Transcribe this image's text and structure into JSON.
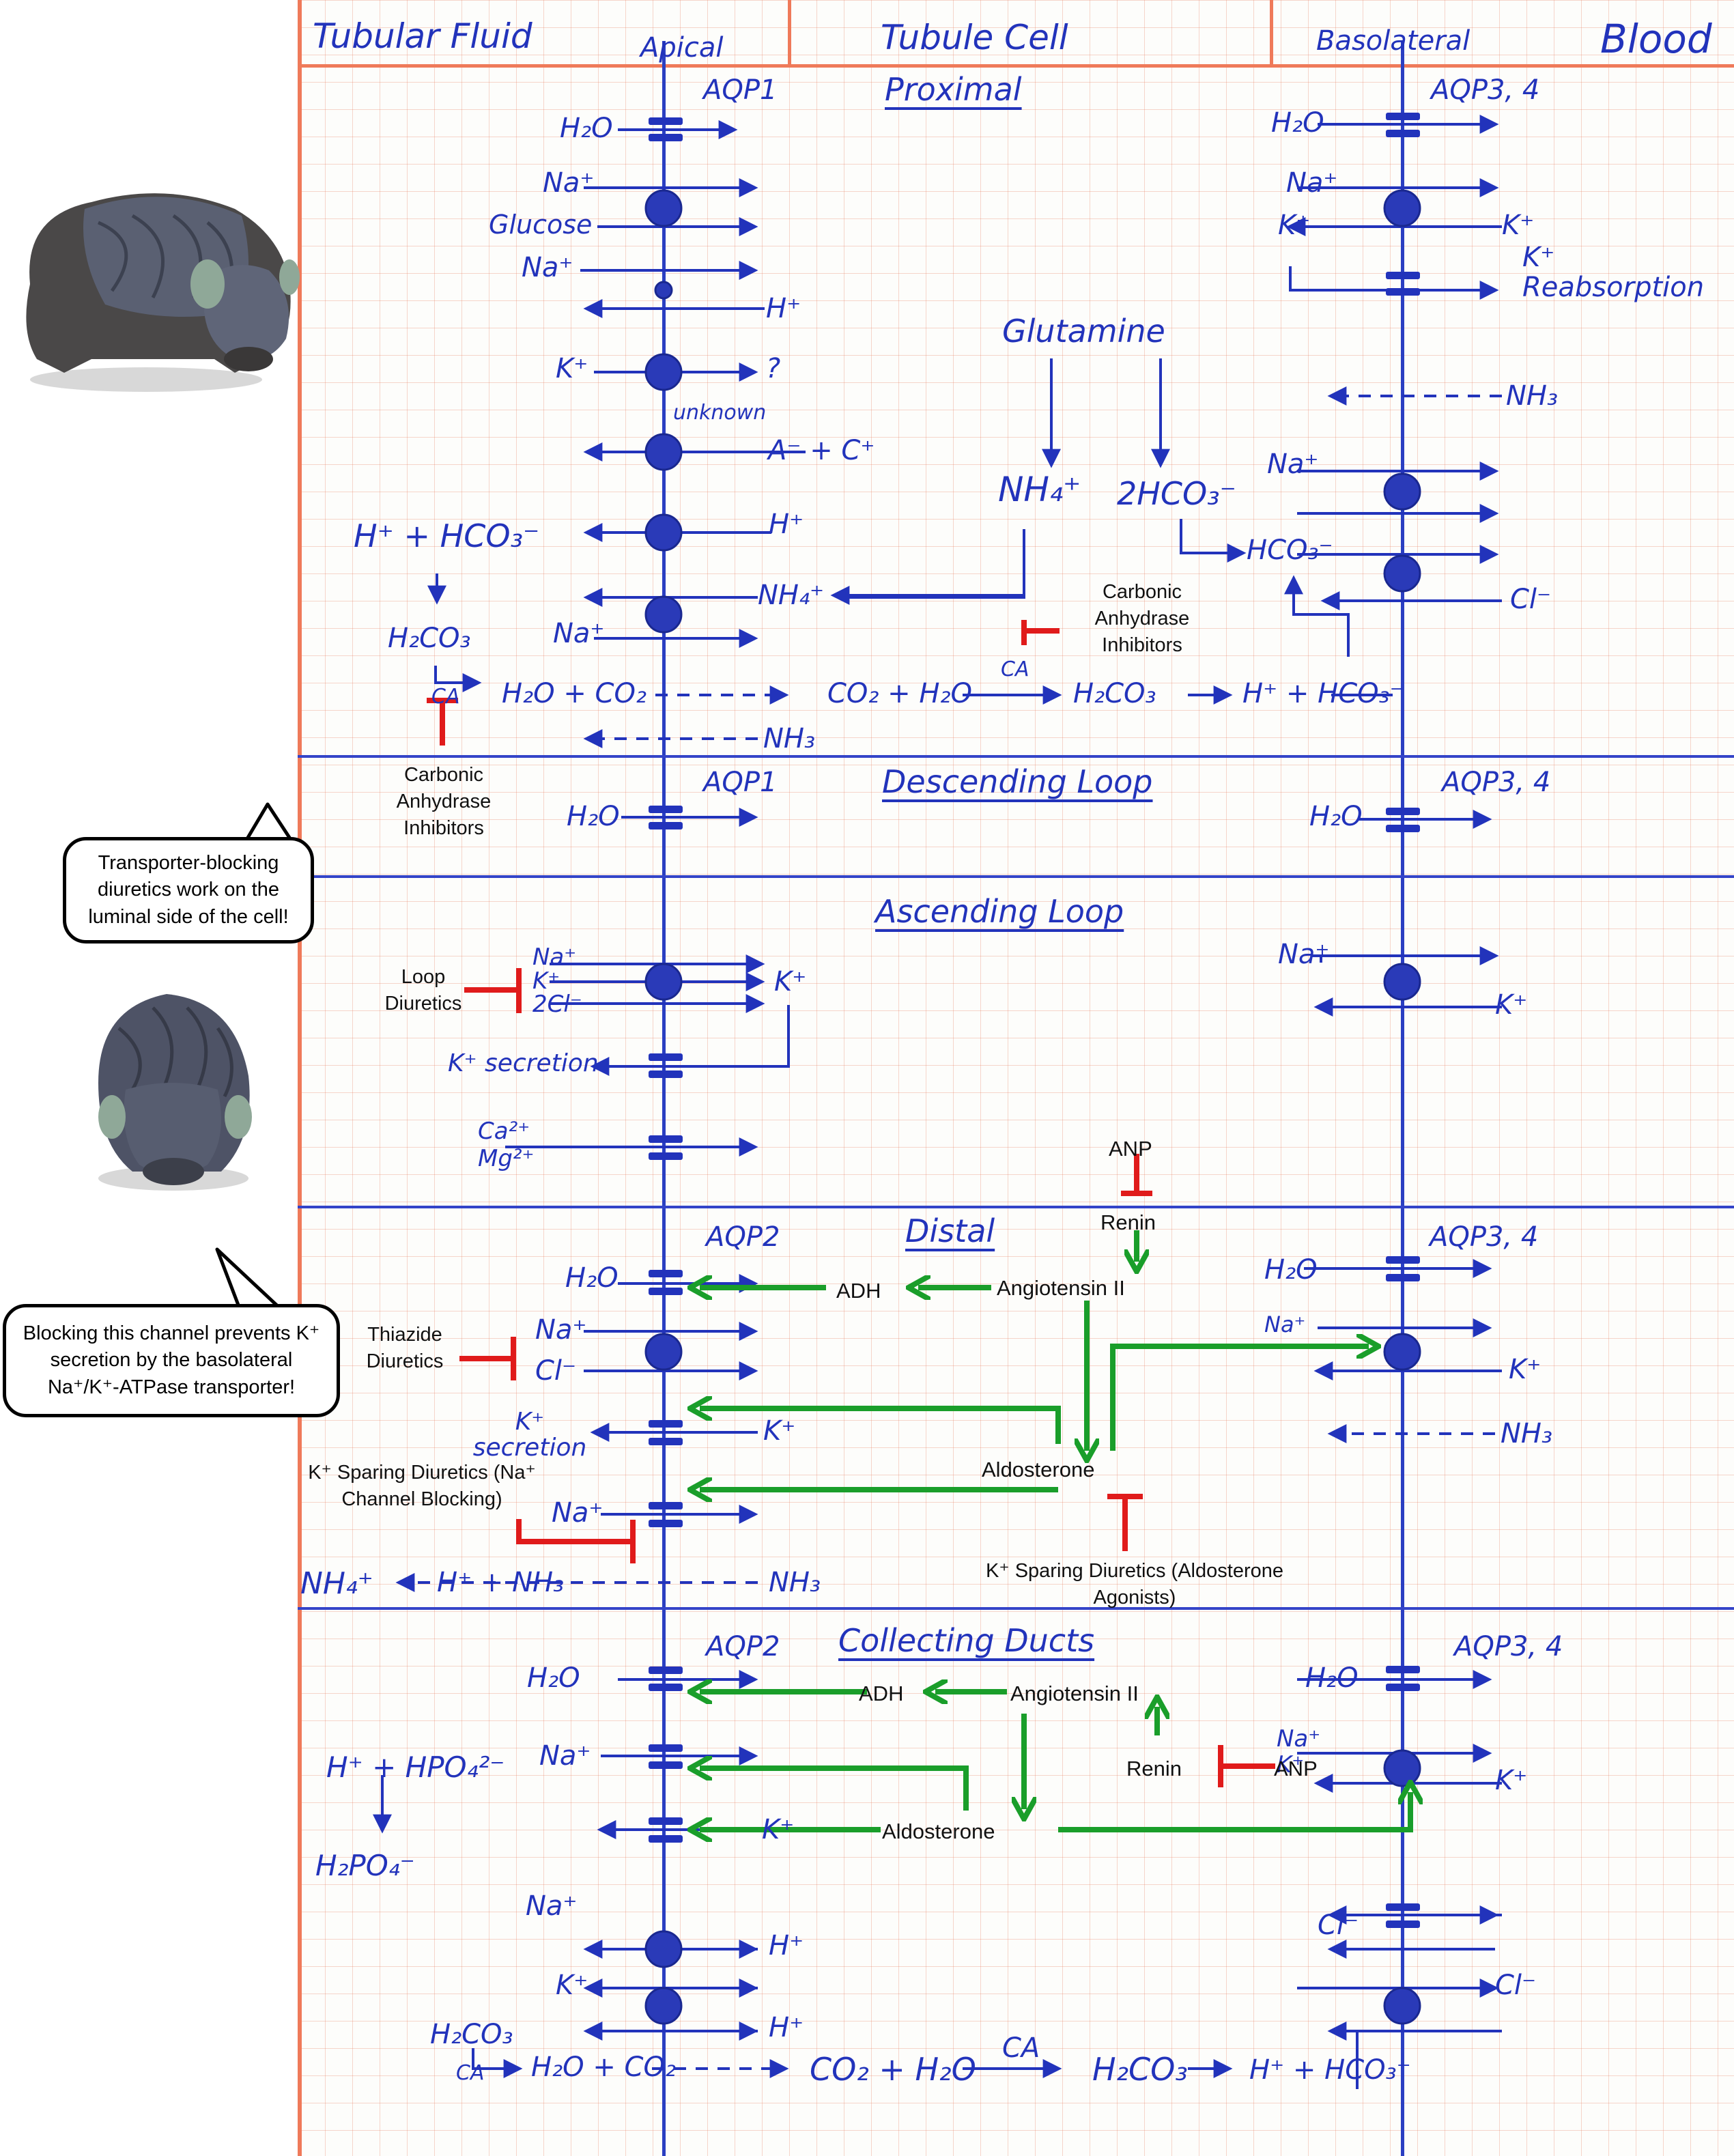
{
  "header": {
    "tubular_fluid": "Tubular Fluid",
    "apical": "Apical",
    "tubule_cell": "Tubule Cell",
    "basolateral": "Basolateral",
    "blood": "Blood"
  },
  "sections": {
    "proximal": "Proximal",
    "descending": "Descending Loop",
    "ascending": "Ascending Loop",
    "distal": "Distal",
    "collecting": "Collecting Ducts"
  },
  "labels": {
    "aqp1": "AQP1",
    "aqp34": "AQP3, 4",
    "aqp2": "AQP2",
    "h2o": "H₂O",
    "na": "Na⁺",
    "glucose": "Glucose",
    "h": "H⁺",
    "k": "K⁺",
    "question": "?",
    "unknown": "unknown",
    "a_c": "A⁻ + C⁺",
    "h_hco3": "H⁺ + HCO₃⁻",
    "h2co3": "H₂CO₃",
    "ca": "CA",
    "h2o_co2": "H₂O + CO₂",
    "co2_h2o": "CO₂ + H₂O",
    "nh3": "NH₃",
    "nh4": "NH₄⁺",
    "glutamine": "Glutamine",
    "two_hco3": "2HCO₃⁻",
    "hco3": "HCO₃⁻",
    "cl": "Cl⁻",
    "k_reabsorption": "K⁺ Reabsorption",
    "two_cl": "2Cl⁻",
    "k_secretion": "K⁺ secretion",
    "ca2": "Ca²⁺",
    "mg2": "Mg²⁺",
    "h_nh3": "H⁺ + NH₃",
    "h_hpo4": "H⁺ + HPO₄²⁻",
    "h2po4": "H₂PO₄⁻",
    "arrow_down": "↓"
  },
  "annotations": {
    "ca_inhibitors": "Carbonic Anhydrase Inhibitors",
    "loop_diuretics": "Loop Diuretics",
    "thiazide": "Thiazide Diuretics",
    "k_sparing_na": "K⁺ Sparing Diuretics (Na⁺ Channel Blocking)",
    "k_sparing_aldo": "K⁺ Sparing Diuretics (Aldosterone Agonists)",
    "anp": "ANP",
    "renin": "Renin",
    "adh": "ADH",
    "angiotensin": "Angiotensin II",
    "aldosterone": "Aldosterone"
  },
  "bubbles": {
    "top": "Transporter-blocking diuretics work on the luminal side of the cell!",
    "bottom": "Blocking this channel prevents K⁺ secretion by the basolateral Na⁺/K⁺-ATPase transporter!"
  },
  "colors": {
    "ink": "#2233bb",
    "grid": "#ef7a5a",
    "stimulate": "#1a9e2a",
    "inhibit": "#e01b1b"
  }
}
